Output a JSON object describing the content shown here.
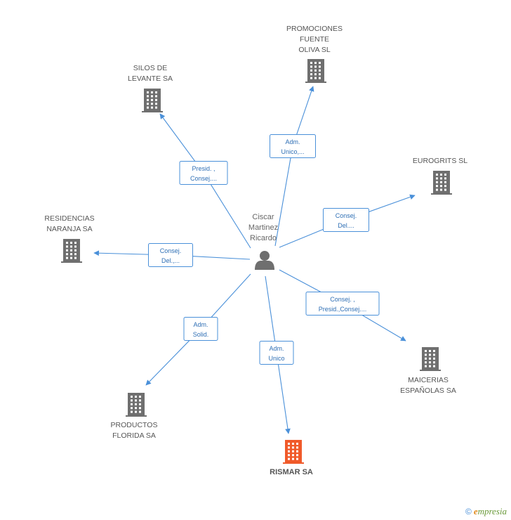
{
  "center": {
    "name_lines": [
      "Ciscar",
      "Martinez",
      "Ricardo"
    ],
    "icon": "person-icon"
  },
  "colors": {
    "edge": "#4a90d9",
    "company": "#6f6f6f",
    "main_company": "#f05a2a",
    "person": "#6f6f6f"
  },
  "companies": [
    {
      "id": "promociones",
      "name_lines": [
        "PROMOCIONES",
        "FUENTE",
        "OLIVA SL"
      ],
      "main": false,
      "icon": "building-icon"
    },
    {
      "id": "silos",
      "name_lines": [
        "SILOS DE",
        "LEVANTE SA"
      ],
      "main": false,
      "icon": "building-icon"
    },
    {
      "id": "eurogrits",
      "name_lines": [
        "EUROGRITS SL"
      ],
      "main": false,
      "icon": "building-icon"
    },
    {
      "id": "residencias",
      "name_lines": [
        "RESIDENCIAS",
        "NARANJA SA"
      ],
      "main": false,
      "icon": "building-icon"
    },
    {
      "id": "maicerias",
      "name_lines": [
        "MAICERIAS",
        "ESPAÑOLAS SA"
      ],
      "main": false,
      "icon": "building-icon"
    },
    {
      "id": "productos",
      "name_lines": [
        "PRODUCTOS",
        "FLORIDA SA"
      ],
      "main": false,
      "icon": "building-icon"
    },
    {
      "id": "rismar",
      "name_lines": [
        "RISMAR SA"
      ],
      "main": true,
      "icon": "building-icon"
    }
  ],
  "relations": [
    {
      "target": "promociones",
      "label_lines": [
        "Adm.",
        "Unico,..."
      ]
    },
    {
      "target": "silos",
      "label_lines": [
        "Presid. ,",
        "Consej...."
      ]
    },
    {
      "target": "eurogrits",
      "label_lines": [
        "Consej.",
        "Del...."
      ]
    },
    {
      "target": "residencias",
      "label_lines": [
        "Consej.",
        "Del.,..."
      ]
    },
    {
      "target": "maicerias",
      "label_lines": [
        "Consej. ,",
        "Presid.,Consej...."
      ]
    },
    {
      "target": "productos",
      "label_lines": [
        "Adm.",
        "Solid."
      ]
    },
    {
      "target": "rismar",
      "label_lines": [
        "Adm.",
        "Unico"
      ]
    }
  ],
  "footer": {
    "copyright": "©",
    "brand_initial": "e",
    "brand_rest": "mpresia"
  }
}
